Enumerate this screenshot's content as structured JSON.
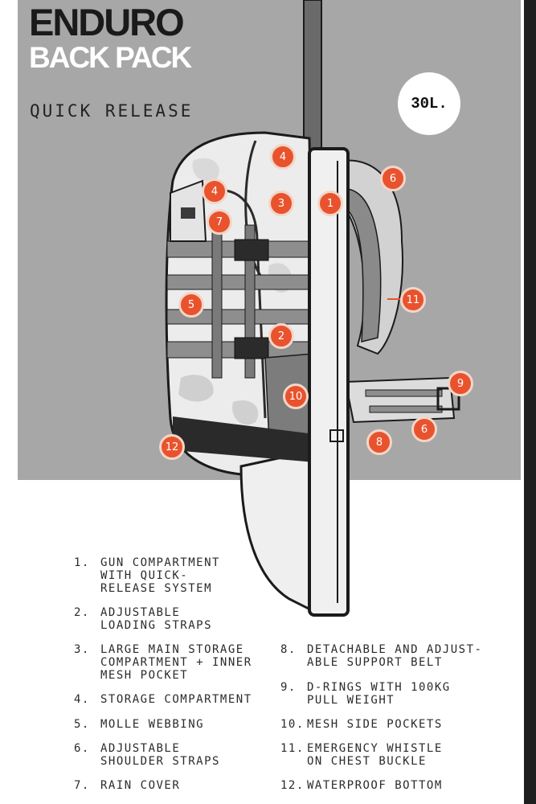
{
  "header": {
    "title_line1": "ENDURO",
    "title_line2": "BACK PACK",
    "subtitle": "QUICK RELEASE",
    "capacity": "30L."
  },
  "colors": {
    "panel": "#a7a7a7",
    "marker": "#e8532e",
    "strap": "#8e8e8e",
    "outline": "#1b1b1b"
  },
  "markers": {
    "m1": "1",
    "m2": "2",
    "m3": "3",
    "m4a": "4",
    "m4b": "4",
    "m5": "5",
    "m6a": "6",
    "m6b": "6",
    "m7": "7",
    "m8": "8",
    "m9": "9",
    "m10": "10",
    "m11": "11",
    "m12": "12"
  },
  "legend": {
    "items": [
      {
        "num": "1.",
        "text": "GUN COMPARTMENT\nWITH QUICK-\nRELEASE SYSTEM"
      },
      {
        "num": "2.",
        "text": "ADJUSTABLE\nLOADING STRAPS"
      },
      {
        "num": "3.",
        "text": "LARGE MAIN STORAGE\nCOMPARTMENT + INNER\nMESH POCKET"
      },
      {
        "num": "4.",
        "text": "STORAGE COMPARTMENT"
      },
      {
        "num": "5.",
        "text": "MOLLE WEBBING"
      },
      {
        "num": "6.",
        "text": "ADJUSTABLE\nSHOULDER STRAPS"
      },
      {
        "num": "7.",
        "text": "RAIN COVER"
      },
      {
        "num": "8.",
        "text": "DETACHABLE AND ADJUST-\nABLE SUPPORT BELT"
      },
      {
        "num": "9.",
        "text": "D-RINGS WITH 100KG\nPULL WEIGHT"
      },
      {
        "num": "10.",
        "text": "MESH SIDE POCKETS"
      },
      {
        "num": "11.",
        "text": "EMERGENCY WHISTLE\nON CHEST BUCKLE"
      },
      {
        "num": "12.",
        "text": "WATERPROOF BOTTOM"
      }
    ]
  }
}
